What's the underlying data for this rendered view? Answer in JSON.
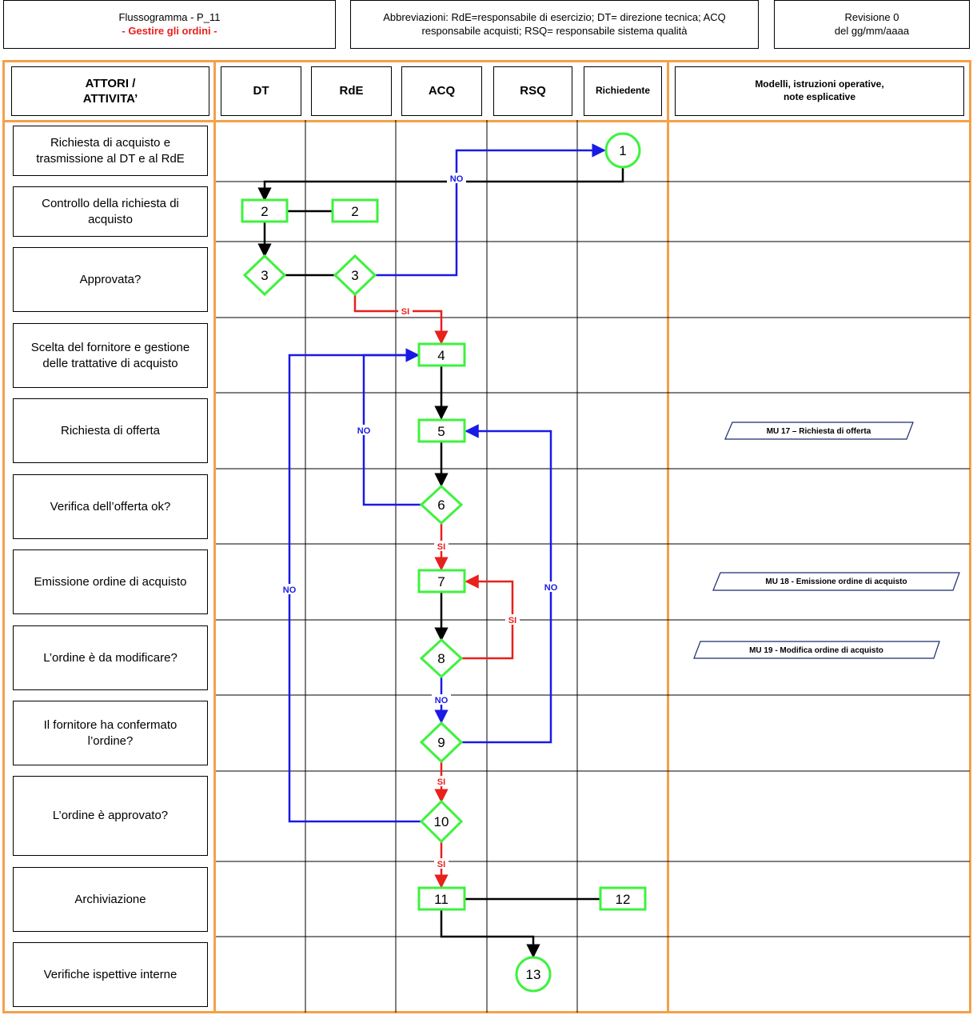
{
  "header": {
    "title_line1": "Flussogramma - P_11",
    "title_line2": "- Gestire gli ordini -",
    "abbrev": "Abbreviazioni: RdE=responsabile di esercizio; DT= direzione tecnica; ACQ responsabile acquisti; RSQ= responsabile sistema qualità",
    "revision_line1": "Revisione 0",
    "revision_line2": "del gg/mm/aaaa"
  },
  "columns": {
    "actors": "ATTORI / ATTIVITA’",
    "dt": "DT",
    "rde": "RdE",
    "acq": "ACQ",
    "rsq": "RSQ",
    "richiedente": "Richiedente",
    "models": "Modelli, istruzioni operative, note esplicative"
  },
  "activities": [
    "Richiesta di acquisto e trasmissione al DT e al RdE",
    "Controllo della richiesta di acquisto",
    "Approvata?",
    "Scelta del fornitore e gestione delle trattative di acquisto",
    "Richiesta di offerta",
    "Verifica dell’offerta ok?",
    "Emissione ordine di acquisto",
    "L’ordine è da modificare?",
    "Il fornitore ha confermato l’ordine?",
    "L’ordine è approvato?",
    "Archiviazione",
    "Verifiche ispettive interne"
  ],
  "nodes": {
    "n1": "1",
    "n2a": "2",
    "n2b": "2",
    "n3a": "3",
    "n3b": "3",
    "n4": "4",
    "n5": "5",
    "n6": "6",
    "n7": "7",
    "n8": "8",
    "n9": "9",
    "n10": "10",
    "n11": "11",
    "n12": "12",
    "n13": "13"
  },
  "labels": {
    "no": "NO",
    "si": "SI"
  },
  "documents": {
    "mu17": "MU 17 – Richiesta di offerta",
    "mu18": "MU 18 - Emissione ordine di acquisto",
    "mu19": "MU 19 - Modifica ordine di acquisto"
  },
  "colors": {
    "node": "#3ef23e",
    "no_flow": "#1a1ae6",
    "si_flow": "#e8201e",
    "frame": "#f5a04a",
    "doc": "#1a2a6e"
  }
}
